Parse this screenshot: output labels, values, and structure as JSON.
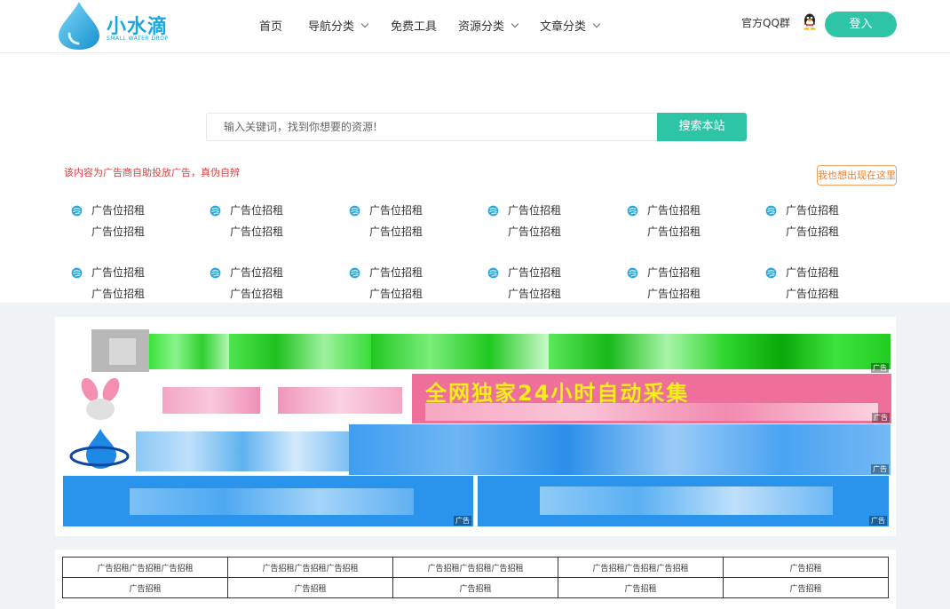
{
  "brand": {
    "name": "小水滴",
    "subtitle": "SMALL WATER DROP"
  },
  "nav": [
    {
      "label": "首页",
      "has_dropdown": false
    },
    {
      "label": "导航分类",
      "has_dropdown": true
    },
    {
      "label": "免费工具",
      "has_dropdown": false
    },
    {
      "label": "资源分类",
      "has_dropdown": true
    },
    {
      "label": "文章分类",
      "has_dropdown": true
    }
  ],
  "header": {
    "qq_group_label": "官方QQ群",
    "qq_icon": "qq-penguin-icon",
    "login_label": "登入"
  },
  "search": {
    "placeholder": "输入关键词，找到你想要的资源!",
    "button_label": "搜索本站"
  },
  "ads": {
    "notice": "该内容为广告商自助投放广告，真伪自辨",
    "appear_here_label": "我也想出现在这里",
    "text_links": [
      {
        "line1": "广告位招租",
        "line2": "广告位招租"
      },
      {
        "line1": "广告位招租",
        "line2": "广告位招租"
      },
      {
        "line1": "广告位招租",
        "line2": "广告位招租"
      },
      {
        "line1": "广告位招租",
        "line2": "广告位招租"
      },
      {
        "line1": "广告位招租",
        "line2": "广告位招租"
      },
      {
        "line1": "广告位招租",
        "line2": "广告位招租"
      },
      {
        "line1": "广告位招租",
        "line2": "广告位招租"
      },
      {
        "line1": "广告位招租",
        "line2": "广告位招租"
      },
      {
        "line1": "广告位招租",
        "line2": "广告位招租"
      },
      {
        "line1": "广告位招租",
        "line2": "广告位招租"
      },
      {
        "line1": "广告位招租",
        "line2": "广告位招租"
      },
      {
        "line1": "广告位招租",
        "line2": "广告位招租"
      }
    ],
    "banners": [
      {
        "text": "",
        "tag": "广告"
      },
      {
        "text": "全网独家24小时自动采集",
        "tag": "广告"
      },
      {
        "text": "",
        "tag": "广告"
      },
      {
        "text": "",
        "tag": "广告"
      },
      {
        "text": "",
        "tag": "广告"
      }
    ],
    "table_rows": [
      [
        "广告招租广告招租广告招租",
        "广告招租广告招租广告招租",
        "广告招租广告招租广告招租",
        "广告招租广告招租广告招租",
        "广告招租"
      ],
      [
        "广告招租",
        "广告招租",
        "广告招租",
        "广告招租",
        "广告招租"
      ]
    ]
  },
  "colors": {
    "accent": "#2ec5a6",
    "brand_blue": "#1aa7e0",
    "notice_red": "#e04040",
    "appear_orange": "#f08030"
  }
}
